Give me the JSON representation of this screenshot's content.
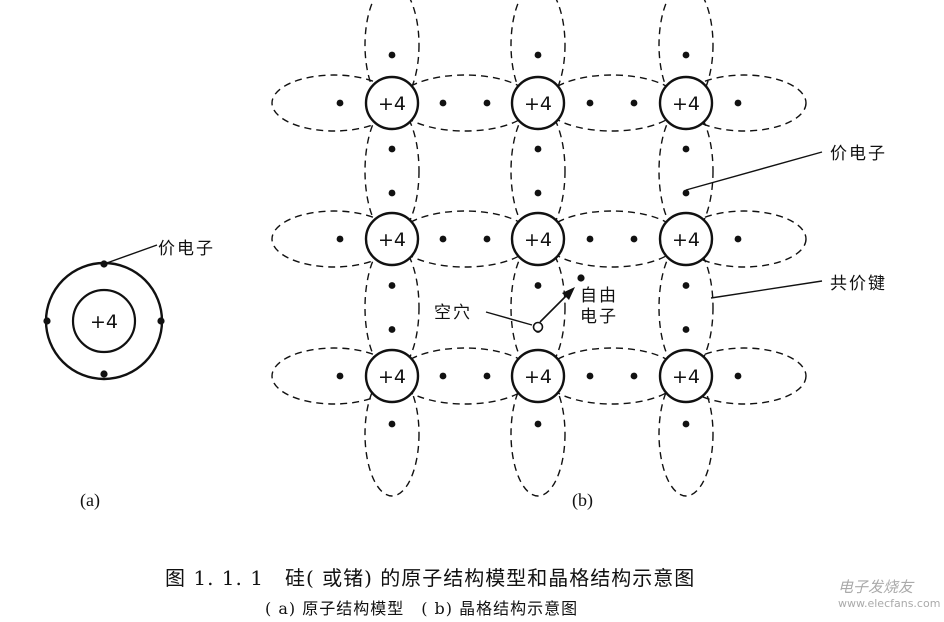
{
  "atom_model": {
    "nucleus_label": "+4",
    "valence_label": "价电子",
    "panel_label": "(a)"
  },
  "lattice": {
    "nucleus_label": "+4",
    "rows": 3,
    "cols": 3,
    "annotations": {
      "valence_electron": "价电子",
      "covalent_bond": "共价键",
      "hole": "空穴",
      "free_electron_line1": "自由",
      "free_electron_line2": "电子"
    },
    "panel_label": "(b)"
  },
  "caption": {
    "main": "图 1. 1. 1　硅( 或锗) 的原子结构模型和晶格结构示意图",
    "sub": "( a) 原子结构模型　( b) 晶格结构示意图"
  },
  "watermark": {
    "line1": "电子发烧友",
    "line2": "www.elecfans.com"
  }
}
